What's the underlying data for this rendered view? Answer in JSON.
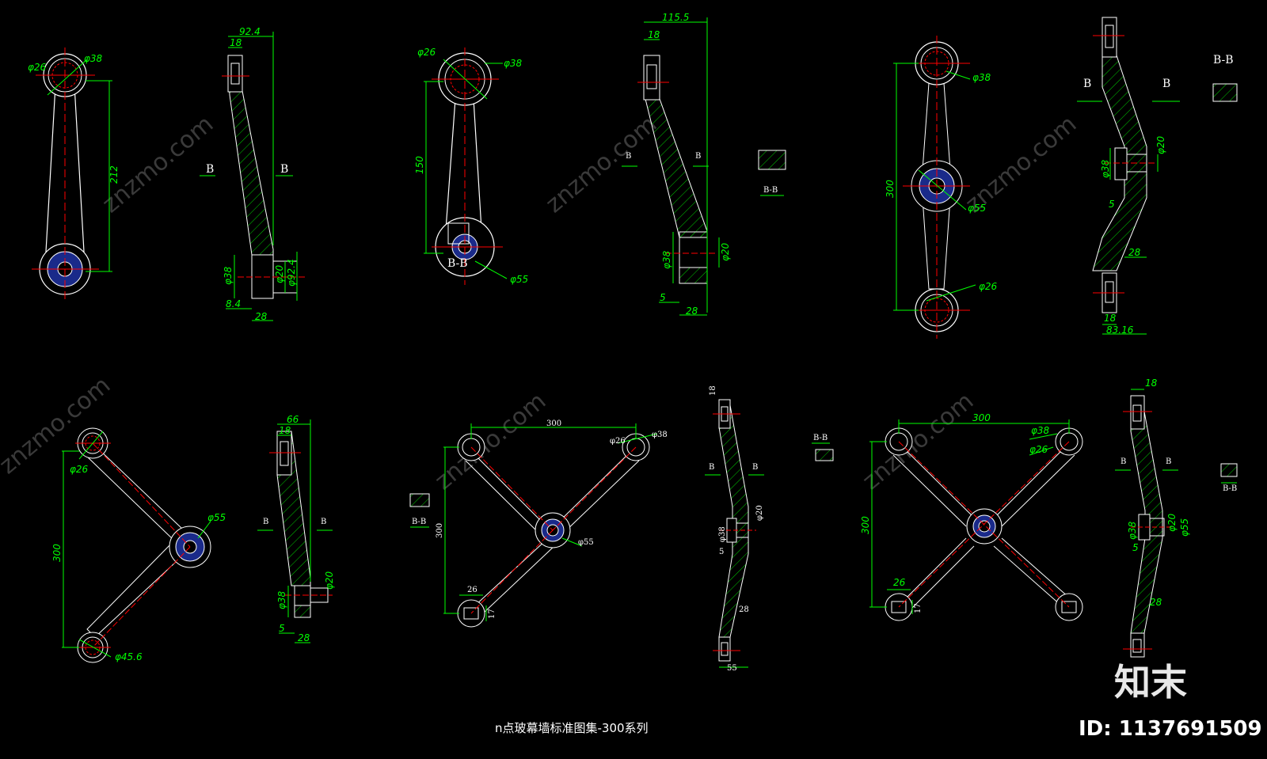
{
  "title": "n点玻幕墙标准图集-300系列",
  "brand": {
    "logo_text": "知末",
    "id_label": "ID: 1137691509",
    "watermark": "znzmo.com"
  },
  "colors": {
    "background": "#000000",
    "outline": "#ffffff",
    "dimension": "#00ff00",
    "centerline": "#ff0000",
    "hatch": "#00ff00",
    "hub": "#1a2a8a"
  },
  "views": {
    "v1_front": {
      "d1": "φ26",
      "d2": "φ38",
      "length": "212"
    },
    "v1_side": {
      "width": "92.4",
      "top": "18",
      "sect1": "B",
      "sect2": "B",
      "d1": "φ38",
      "d2": "φ20",
      "d3": "φ92.4",
      "gap": "8.4",
      "bottom": "28"
    },
    "v2_front": {
      "d1": "φ26",
      "d2": "φ38",
      "length": "150",
      "section": "B-B",
      "d3": "φ55"
    },
    "v2_side": {
      "width": "115.5",
      "top": "18",
      "sect1": "B",
      "sect2": "B",
      "d1": "φ38",
      "d2": "φ20",
      "gap": "5",
      "bottom": "28"
    },
    "v2_section": {
      "label": "B-B"
    },
    "v3_front": {
      "d1": "φ38",
      "length": "300",
      "d2": "φ55",
      "d3": "φ26"
    },
    "v3_side": {
      "title": "B-B",
      "sect1": "B",
      "sect2": "B",
      "d1": "φ38",
      "d2": "φ20",
      "gap": "5",
      "depth": "28",
      "top": "18",
      "bottom": "83.16"
    },
    "v4_front": {
      "d1": "φ26",
      "length": "300",
      "d2": "φ55",
      "d3": "φ45.6"
    },
    "v4_side": {
      "width": "66",
      "top": "18",
      "sect1": "B",
      "sect2": "B",
      "d1": "φ38",
      "d2": "φ20",
      "gap": "5",
      "bottom": "28"
    },
    "v5_front": {
      "width": "300",
      "d1": "φ26",
      "d2": "φ38",
      "length": "300",
      "d3": "φ55",
      "d4": "26",
      "d5": "17",
      "section": "B-B"
    },
    "v5_side": {
      "top": "18",
      "sect1": "B",
      "sect2": "B",
      "d1": "φ38",
      "d2": "φ20",
      "gap": "5",
      "depth": "28",
      "bottom": "55",
      "section": "B-B"
    },
    "v6_front": {
      "width": "300",
      "d1": "φ38",
      "d2": "φ26",
      "length": "300",
      "d3": "26",
      "d4": "17"
    },
    "v6_side": {
      "top": "18",
      "sect1": "B",
      "sect2": "B",
      "d1": "φ38",
      "d2": "φ20",
      "d3": "φ55",
      "gap": "5",
      "depth": "28",
      "section": "B-B"
    }
  }
}
